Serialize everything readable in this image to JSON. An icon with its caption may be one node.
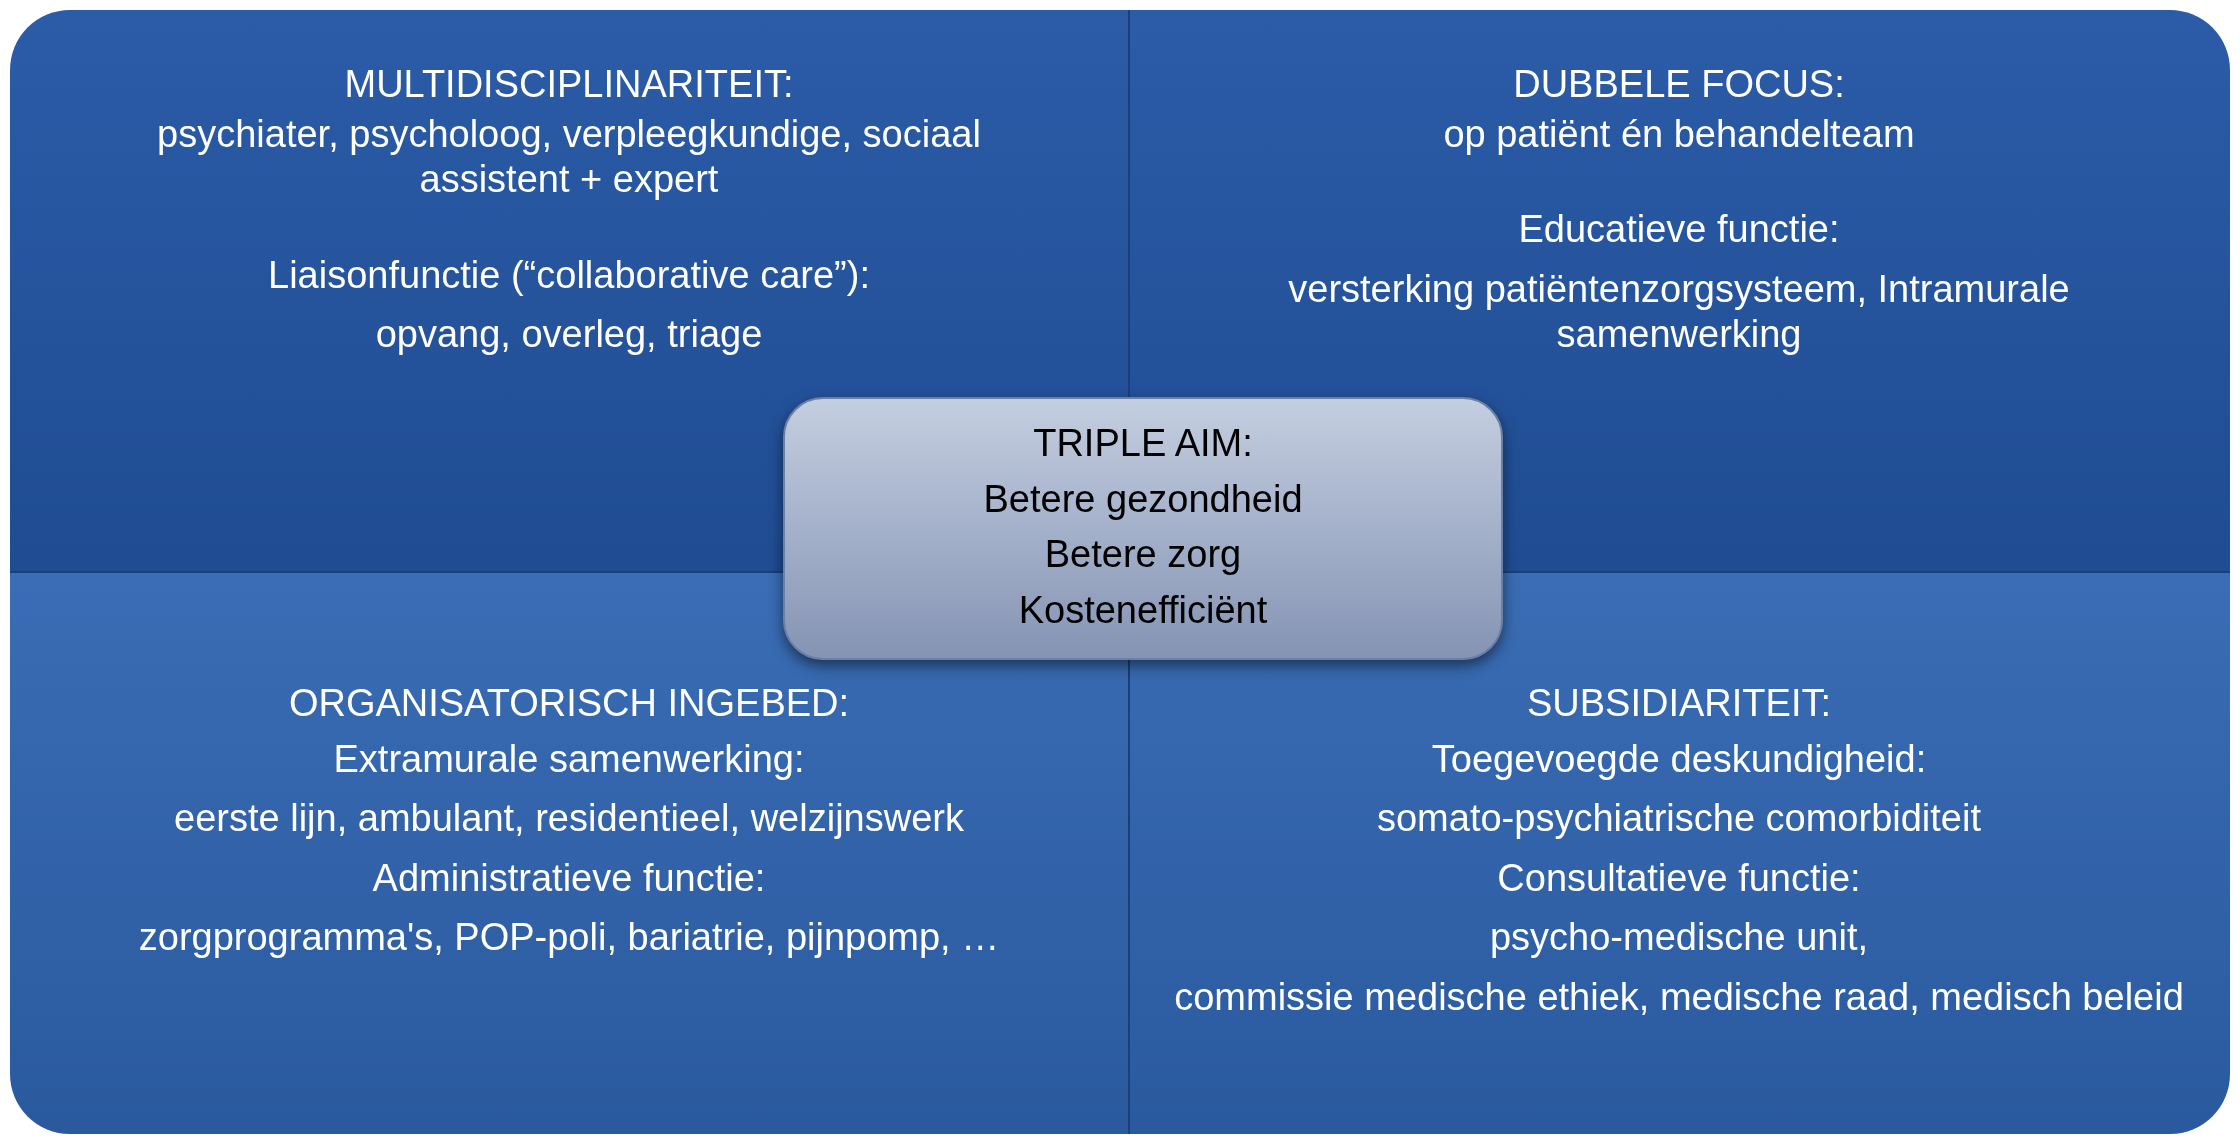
{
  "diagram": {
    "nodes": [
      {
        "text": [
          "MULTIDISCIPLINARITEIT:",
          "psychiater, psycholoog, verpleegkundige, sociaal assistent + expert",
          "Liaisonfunctie (“collaborative care”):",
          "opvang, overleg, triage"
        ]
      },
      {
        "text": [
          "DUBBELE FOCUS:",
          "op patiënt én behandelteam",
          "Educatieve functie:",
          "versterking patiëntenzorgsysteem, Intramurale samenwerking"
        ]
      },
      {
        "text": [
          "ORGANISATORISCH INGEBED:",
          "Extramurale samenwerking:",
          "eerste lijn, ambulant, residentieel, welzijnswerk",
          "Administratieve functie:",
          "zorgprogramma's, POP-poli, bariatrie, pijnpomp, …"
        ]
      },
      {
        "text": [
          "SUBSIDIARITEIT:",
          "Toegevoegde deskundigheid:",
          "somato-psychiatrische comorbiditeit",
          "Consultatieve  functie:",
          "psycho-medische unit,",
          "commissie medische ethiek, medische raad, medisch beleid"
        ]
      },
      {
        "text": [
          "TRIPLE AIM:",
          "Betere gezondheid",
          "Betere zorg",
          "Kostenefficiënt"
        ]
      }
    ]
  }
}
